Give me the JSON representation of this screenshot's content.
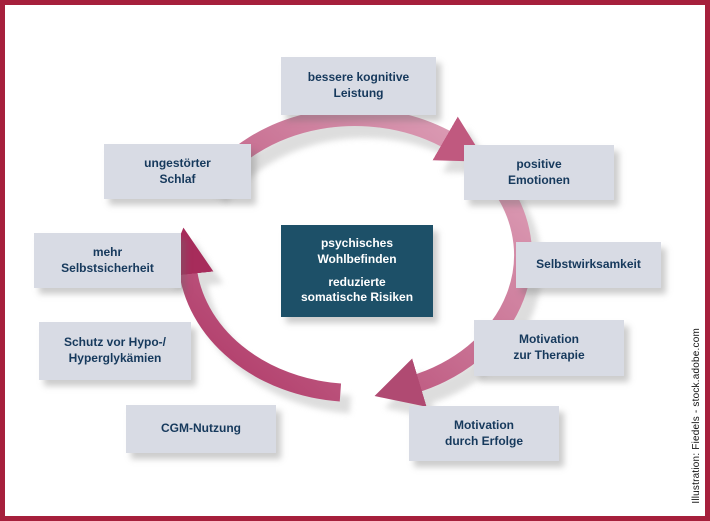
{
  "credit": "Illustration: Fiedels - stock.adobe.com",
  "center": {
    "line1": "psychisches\nWohlbefinden",
    "line2": "reduzierte\nsomatische Risiken"
  },
  "nodes": [
    {
      "label": "bessere kognitive\nLeistung"
    },
    {
      "label": "positive\nEmotionen"
    },
    {
      "label": "Selbstwirksamkeit"
    },
    {
      "label": "Motivation\nzur Therapie"
    },
    {
      "label": "Motivation\ndurch Erfolge"
    },
    {
      "label": "CGM-Nutzung"
    },
    {
      "label": "Schutz vor Hypo-/\nHyperglykämien"
    },
    {
      "label": "mehr\nSelbstsicherheit"
    },
    {
      "label": "ungestörter\nSchlaf"
    }
  ],
  "colors": {
    "frame_border": "#a6203c",
    "node_bg": "#d8dbe4",
    "node_text": "#16395c",
    "center_bg": "#1d5068",
    "arrow_light": "#e2abc0",
    "arrow_dark": "#a92a5c"
  }
}
